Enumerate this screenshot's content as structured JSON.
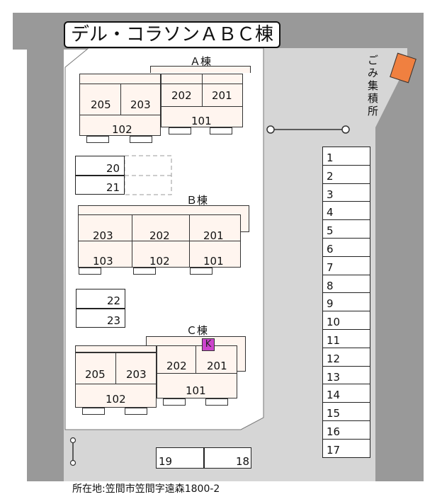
{
  "title": "デル・コラソンＡＢＣ棟",
  "address": "所在地:笠間市笠間字遠森1800-2",
  "garbage_label": "ごみ集積所",
  "buildings": {
    "A": {
      "label": "Ａ棟",
      "upper": [
        "205",
        "203",
        "202",
        "201"
      ],
      "lower": [
        "102",
        "101"
      ]
    },
    "B": {
      "label": "Ｂ棟",
      "upper": [
        "203",
        "202",
        "201"
      ],
      "lower": [
        "103",
        "102",
        "101"
      ]
    },
    "C": {
      "label": "Ｃ棟",
      "upper": [
        "205",
        "203",
        "202",
        "201"
      ],
      "lower": [
        "102",
        "101"
      ],
      "marker": "K"
    }
  },
  "left_parking": [
    "20",
    "21",
    "22",
    "23"
  ],
  "bottom_parking": [
    "19",
    "18"
  ],
  "right_parking": [
    "1",
    "2",
    "3",
    "4",
    "5",
    "6",
    "7",
    "8",
    "9",
    "10",
    "11",
    "12",
    "13",
    "14",
    "15",
    "16",
    "17"
  ],
  "colors": {
    "road": "#999999",
    "lot": "#d6d6d6",
    "building": "#fff5ef",
    "garbage": "#f08040",
    "marker": "#cc44cc"
  }
}
